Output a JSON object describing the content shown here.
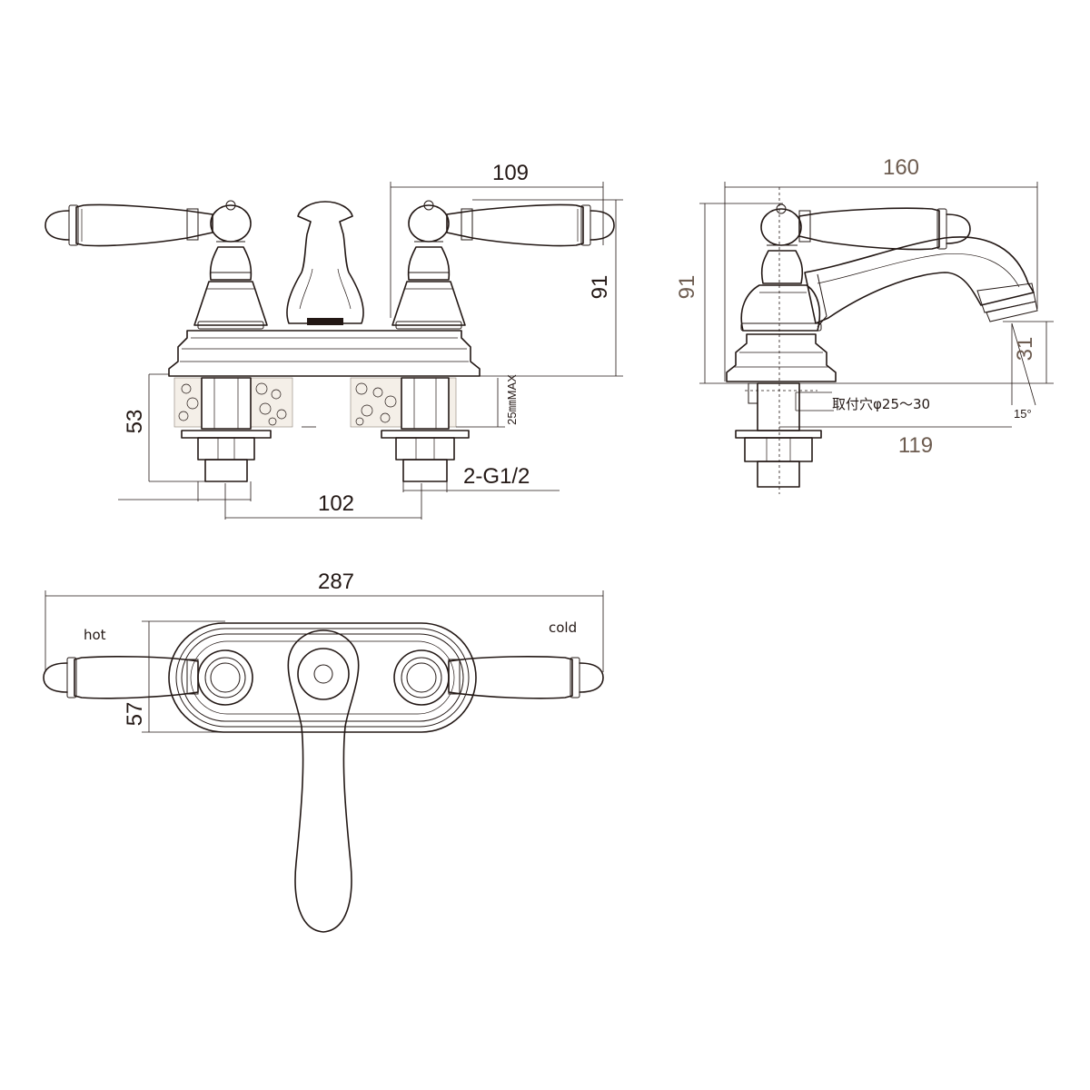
{
  "front_view": {
    "dim_overall_height": "91",
    "dim_handle_reach": "109",
    "dim_under_deck": "53",
    "dim_counter_max": "25㎜MAX",
    "dim_centers": "102",
    "dim_thread": "2-G1/2"
  },
  "side_view": {
    "dim_overall_length": "160",
    "dim_height": "91",
    "dim_spout_height": "31",
    "dim_spout_reach": "119",
    "mount_hole_note": "取付穴φ25～30",
    "spout_angle": "15°"
  },
  "top_view": {
    "dim_overall_width": "287",
    "dim_depth": "57",
    "label_hot": "hot",
    "label_cold": "cold"
  },
  "colors": {
    "line": "#231815",
    "dim_text_gray": "#6d5c50",
    "stone_fill": "#f4efe8"
  }
}
